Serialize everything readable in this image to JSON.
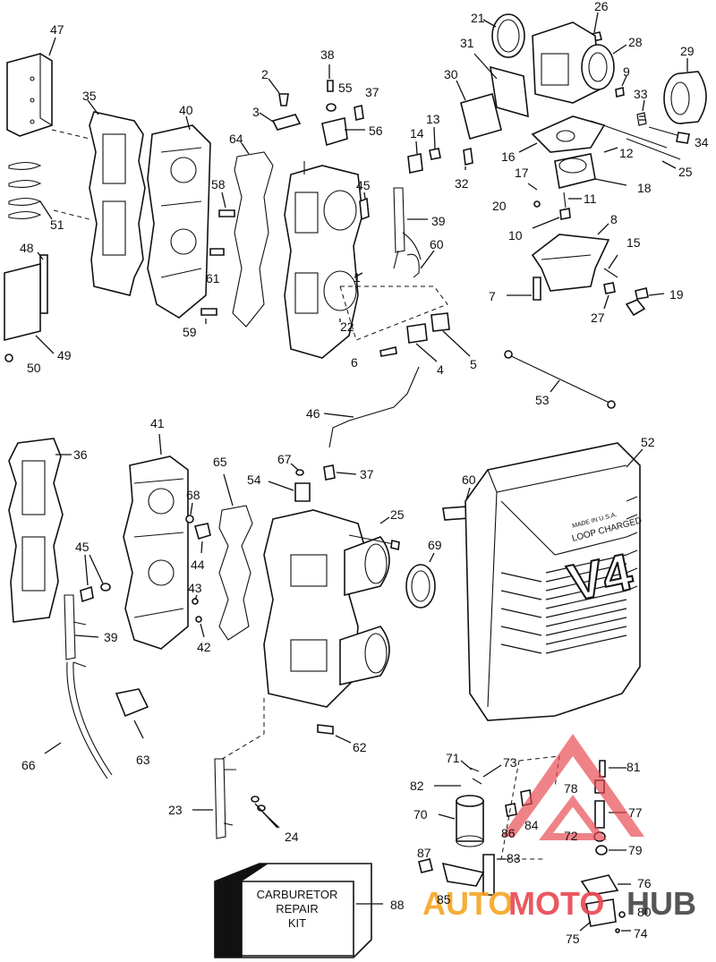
{
  "kit": {
    "line1": "CARBURETOR",
    "line2": "REPAIR",
    "line3": "KIT"
  },
  "cover": {
    "big_text": "V4",
    "small_text1": "LOOP CHARGED",
    "small_text2": "MADE IN U.S.A."
  },
  "watermark": {
    "part1": "AUTO",
    "part2": "MOTO",
    "part3": "HUB",
    "colors": {
      "auto": "#f5a623",
      "moto": "#e8474f",
      "hub": "#444444",
      "triangle": "#e8474f"
    }
  },
  "labels": [
    "1",
    "2",
    "3",
    "4",
    "5",
    "6",
    "7",
    "8",
    "9",
    "10",
    "11",
    "12",
    "13",
    "14",
    "15",
    "16",
    "17",
    "18",
    "19",
    "20",
    "21",
    "22",
    "23",
    "24",
    "25",
    "25",
    "26",
    "27",
    "28",
    "29",
    "30",
    "31",
    "32",
    "33",
    "34",
    "35",
    "36",
    "37",
    "37",
    "38",
    "39",
    "39",
    "40",
    "41",
    "42",
    "43",
    "44",
    "45",
    "45",
    "46",
    "47",
    "48",
    "49",
    "50",
    "51",
    "52",
    "53",
    "54",
    "55",
    "56",
    "58",
    "59",
    "60",
    "60",
    "61",
    "62",
    "63",
    "64",
    "65",
    "66",
    "67",
    "68",
    "69",
    "70",
    "71",
    "72",
    "73",
    "74",
    "75",
    "76",
    "77",
    "78",
    "79",
    "80",
    "81",
    "82",
    "83",
    "84",
    "85",
    "86",
    "87",
    "88"
  ]
}
